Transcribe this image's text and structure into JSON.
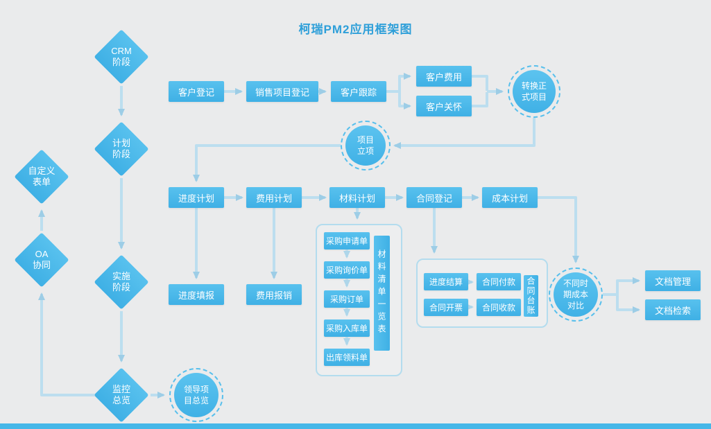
{
  "title": "柯瑞PM2应用框架图",
  "colors": {
    "node_blue": "#45b7e8",
    "connector": "#bcdeef",
    "dashed_ring": "#57bfec",
    "title_blue": "#2e9fd9",
    "background": "#eaebec"
  },
  "diamonds": {
    "crm": "CRM\n阶段",
    "plan": "计划\n阶段",
    "custom_form": "自定义\n表单",
    "oa": "OA\n协同",
    "implement": "实施\n阶段",
    "monitor": "监控\n总览"
  },
  "circles": {
    "convert": "转换正\n式项目",
    "project_init": "项目\n立项",
    "cost_compare": "不同时\n期成本\n对比",
    "leader_overview": "领导项\n目总览"
  },
  "crm_row": {
    "register": "客户登记",
    "sales": "销售项目登记",
    "track": "客户跟踪",
    "fee": "客户费用",
    "care": "客户关怀"
  },
  "plan_row": {
    "schedule": "进度计划",
    "expense": "费用计划",
    "material": "材料计划",
    "contract": "合同登记",
    "cost": "成本计划"
  },
  "impl_row": {
    "schedule_report": "进度填报",
    "expense_report": "费用报销"
  },
  "purchase_group": {
    "items": [
      "采购申请单",
      "采购询价单",
      "采购订单",
      "采购入库单",
      "出库领料单"
    ],
    "side_label": "材料清单一览表"
  },
  "contract_group": {
    "settle": "进度结算",
    "invoice": "合同开票",
    "pay": "合同付款",
    "receive": "合同收款",
    "side_label": "合同台账"
  },
  "docs": {
    "manage": "文档管理",
    "search": "文档检索"
  }
}
